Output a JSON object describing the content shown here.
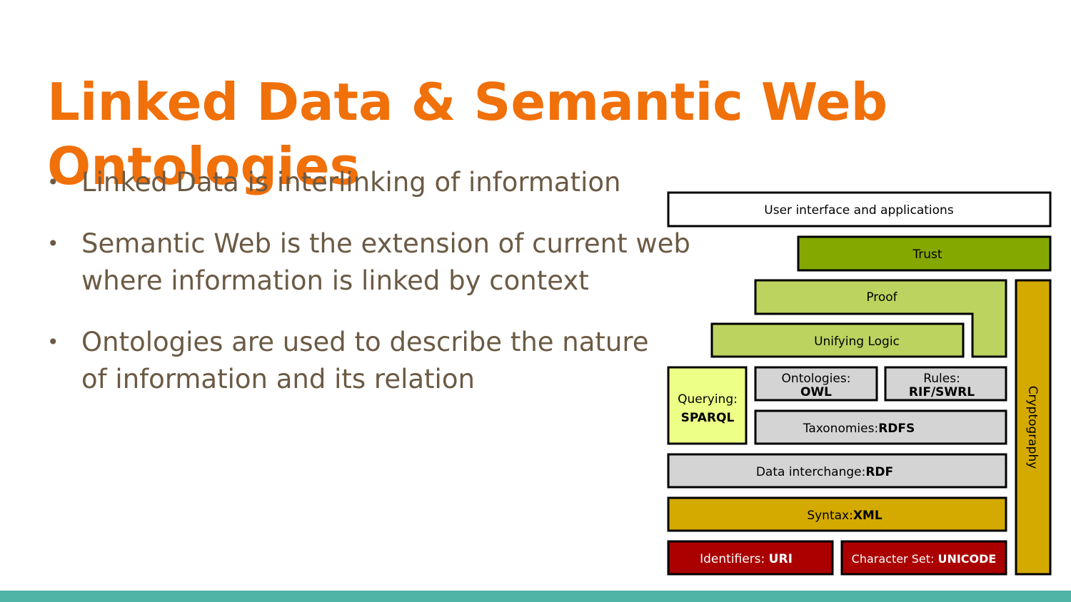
{
  "slide": {
    "title_line1": "Linked Data & Semantic Web",
    "title_line2": "Ontologies",
    "bullets": [
      {
        "line1": "Linked Data is interlinking of information",
        "line2": ""
      },
      {
        "line1": "Semantic Web is the extension of current web",
        "line2": "where information is linked by context"
      },
      {
        "line1": "Ontologies are used to describe the nature",
        "line2": "of information and its relation"
      }
    ]
  },
  "diagram": {
    "colors": {
      "white": "#ffffff",
      "trust": "#85a800",
      "light_green": "#bcd35f",
      "yellow_green": "#edff86",
      "gray": "#d4d4d4",
      "gold": "#d4aa00",
      "red": "#aa0000"
    },
    "layers": {
      "ui": "User interface and applications",
      "trust": "Trust",
      "proof": "Proof",
      "logic": "Unifying Logic",
      "querying_label": "Querying:",
      "querying_value": "SPARQL",
      "ontologies_label": "Ontologies:",
      "ontologies_value": "OWL",
      "rules_label": "Rules:",
      "rules_value": "RIF/SWRL",
      "taxonomies_label": "Taxonomies:",
      "taxonomies_value": "RDFS",
      "interchange_label": "Data interchange:",
      "interchange_value": "RDF",
      "syntax_label": "Syntax:",
      "syntax_value": "XML",
      "identifiers_label": "Identifiers: ",
      "identifiers_value": "URI",
      "charset_label": "Character Set: ",
      "charset_value": "UNICODE",
      "crypto": "Cryptography"
    }
  }
}
